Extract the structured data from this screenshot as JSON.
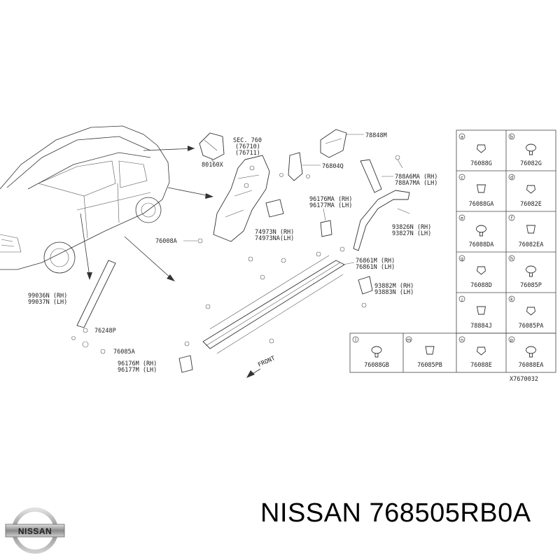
{
  "figure_code": "X7670032",
  "brand": {
    "logo_text": "NISSAN",
    "caption": "NISSAN 768505RB0A"
  },
  "labels": {
    "sec": "SEC. 760",
    "sec_sub1": "(76710)",
    "sec_sub2": "(76711)",
    "p80160x": "80160X",
    "p78848m": "78848M",
    "p76804q": "76804Q",
    "p78886ma": "788A6MA (RH)",
    "p78887ma": "788A7MA (LH)",
    "p96176ma": "96176MA (RH)",
    "p96177ma": "96177MA (LH)",
    "p74973n": "74973N  (RH)",
    "p74973na": "74973NA(LH)",
    "p93826n": "93826N (RH)",
    "p93827n": "93827N (LH)",
    "p76008a": "76008A",
    "p76861m": "76861M (RH)",
    "p76861n": "76861N (LH)",
    "p93882m": "93882M (RH)",
    "p93883n": "93883N (LH)",
    "p99036n": "99036N (RH)",
    "p99037n": "99037N (LH)",
    "p76248p": "76248P",
    "p76085a": "76085A",
    "p96176m": "96176M (RH)",
    "p96177m": "96177M (LH)",
    "front": "FRONT"
  },
  "grid_cells": [
    {
      "id": "a",
      "label": "76088G"
    },
    {
      "id": "b",
      "label": "76082G"
    },
    {
      "id": "c",
      "label": "76088GA"
    },
    {
      "id": "d",
      "label": "76082E"
    },
    {
      "id": "e",
      "label": "76088DA"
    },
    {
      "id": "f",
      "label": "76082EA"
    },
    {
      "id": "g",
      "label": "76088D"
    },
    {
      "id": "h",
      "label": "76085P"
    },
    {
      "id": "j",
      "label": "78884J"
    },
    {
      "id": "k",
      "label": "76085PA"
    }
  ],
  "bottom_cells": [
    {
      "id": "l",
      "label": "76088GB"
    },
    {
      "id": "m",
      "label": "76085PB"
    },
    {
      "id": "n",
      "label": "76088E"
    },
    {
      "id": "p",
      "label": "76088EA"
    }
  ]
}
